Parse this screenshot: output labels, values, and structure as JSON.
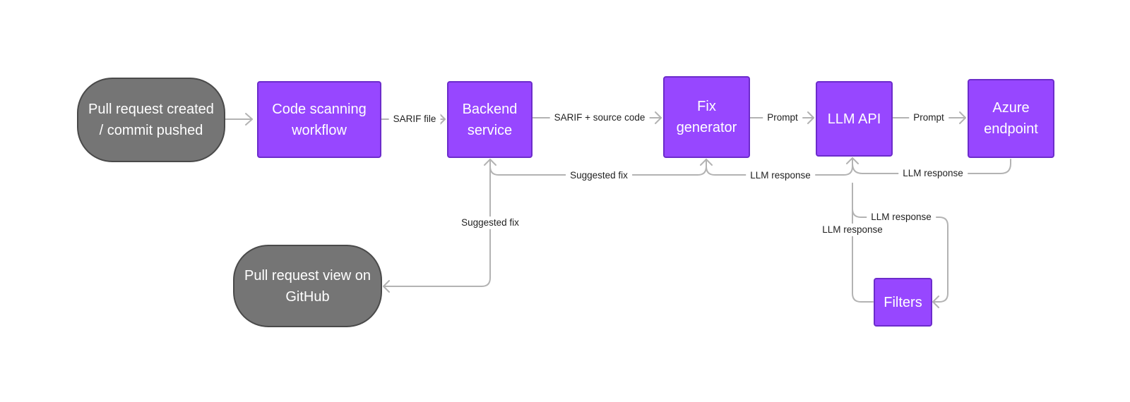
{
  "diagram": {
    "nodes": {
      "pull_request_created": "Pull request created / commit pushed",
      "code_scanning_workflow": "Code scanning workflow",
      "backend_service": "Backend service",
      "fix_generator": "Fix generator",
      "llm_api": "LLM API",
      "azure_endpoint": "Azure endpoint",
      "pull_request_view": "Pull request view on GitHub",
      "filters": "Filters"
    },
    "edges": {
      "sarif_file": "SARIF file",
      "sarif_source_code": "SARIF + source code",
      "prompt_to_llm": "Prompt",
      "prompt_to_azure": "Prompt",
      "suggested_fix_to_backend": "Suggested fix",
      "llm_response_to_fixgen": "LLM response",
      "llm_response_from_azure": "LLM response",
      "suggested_fix_to_pr_view": "Suggested fix",
      "llm_response_to_filters": "LLM response",
      "llm_response_from_filters": "LLM response"
    },
    "colors": {
      "process_fill": "#9747FF",
      "process_border": "#6C2CCB",
      "terminal_fill": "#757575",
      "terminal_border": "#4A4A4A",
      "connector": "#B3B3B3"
    }
  }
}
